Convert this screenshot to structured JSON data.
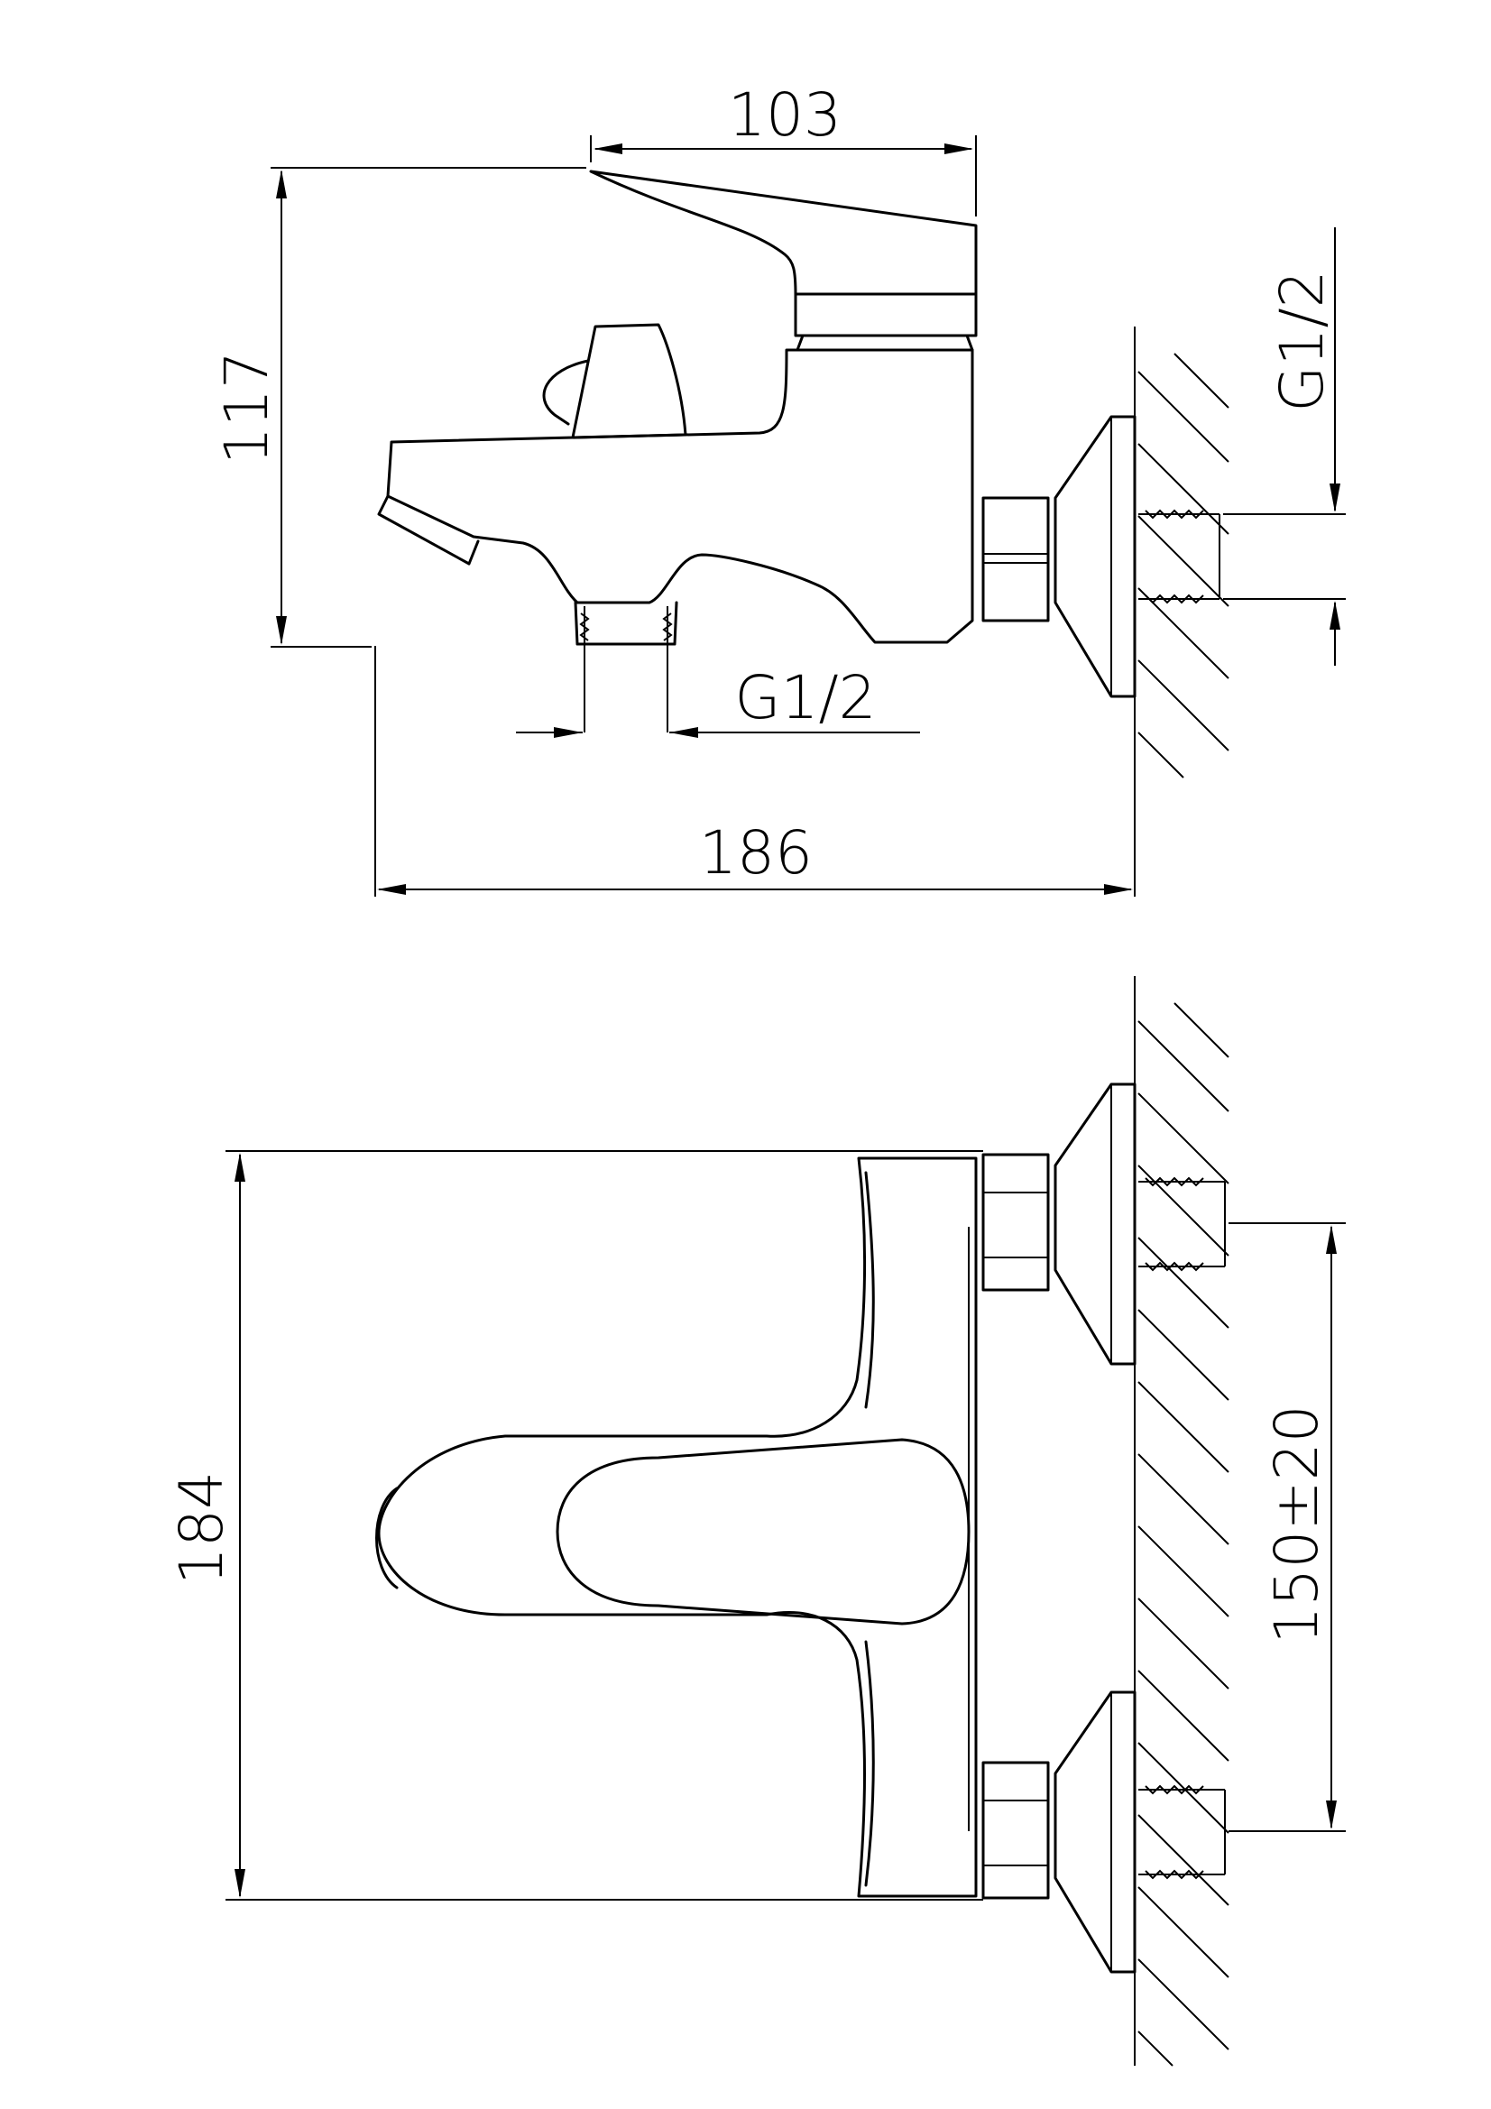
{
  "dimensions": {
    "width_top": "103",
    "height_side": "117",
    "thread_right": "G1/2",
    "thread_outlet": "G1/2",
    "depth_total": "186",
    "height_front": "184",
    "center_distance": "150±20"
  },
  "colors": {
    "line": "#000000",
    "background": "#ffffff"
  }
}
